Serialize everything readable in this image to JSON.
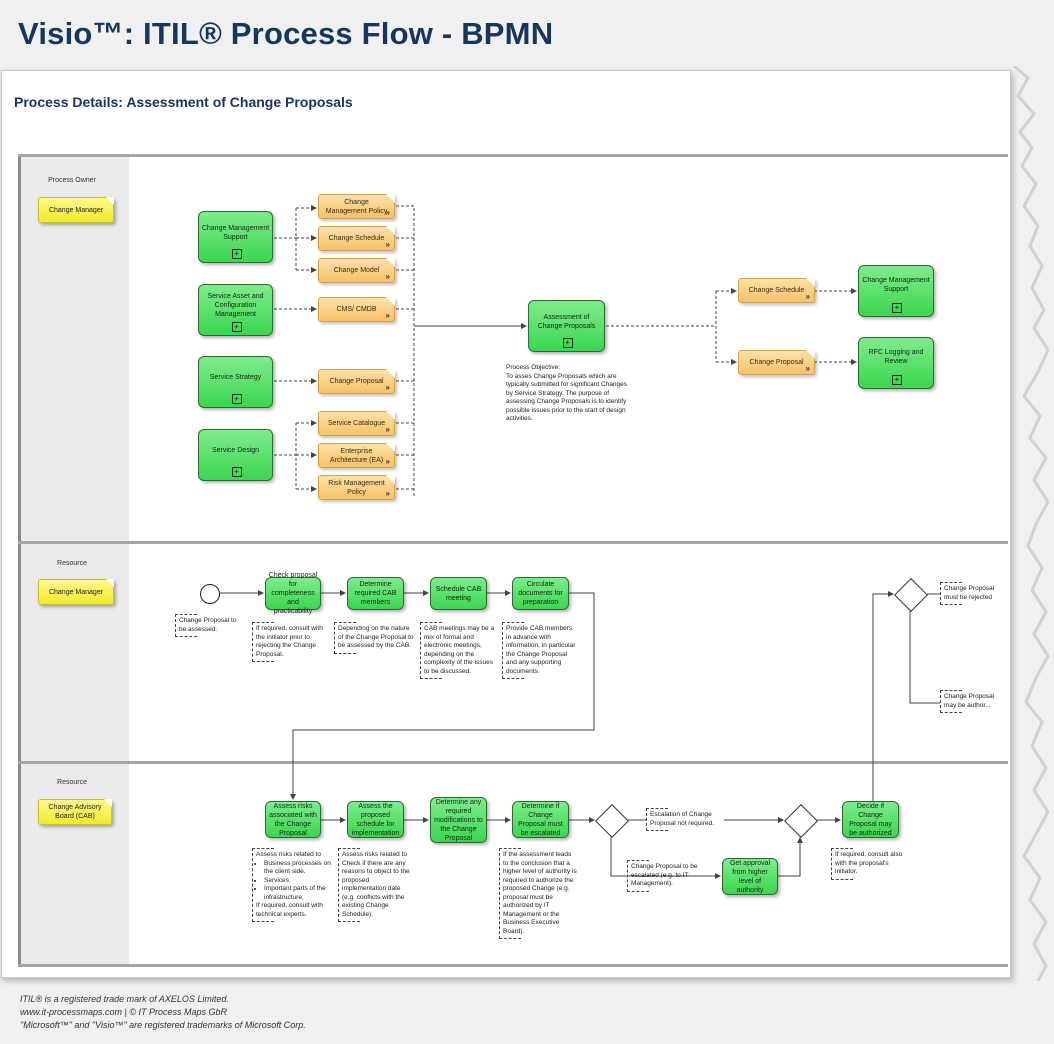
{
  "header": {
    "title": "Visio™: ITIL® Process Flow - BPMN",
    "subtitle": "Process Details: Assessment of Change Proposals"
  },
  "lanes": [
    {
      "role_label": "Process Owner",
      "role": "Change Manager"
    },
    {
      "role_label": "Resource",
      "role": "Change Manager"
    },
    {
      "role_label": "Resource",
      "role": "Change Advisory Board (CAB)"
    }
  ],
  "overview": {
    "sources": [
      {
        "label": "Change Management Support"
      },
      {
        "label": "Service Asset and Configuration Management"
      },
      {
        "label": "Service Strategy"
      },
      {
        "label": "Service Design"
      }
    ],
    "inputs": [
      {
        "label": "Change Management Policy"
      },
      {
        "label": "Change Schedule"
      },
      {
        "label": "Change Model"
      },
      {
        "label": "CMS/ CMDB"
      },
      {
        "label": "Change Proposal"
      },
      {
        "label": "Service Catalogue"
      },
      {
        "label": "Enterprise Architecture (EA)"
      },
      {
        "label": "Risk Management Policy"
      }
    ],
    "central_process": "Assessment of Change Proposals",
    "outputs": [
      {
        "label": "Change Schedule"
      },
      {
        "label": "Change Proposal"
      }
    ],
    "targets": [
      {
        "label": "Change Management Support"
      },
      {
        "label": "RFC Logging and Review"
      }
    ],
    "objective_title": "Process Objective:",
    "objective_text": "To asses Change Proposals which are typically submitted for significant Changes by Service Strategy. The purpose of assessing Change Proposals is to identify possible issues prior to the start of design activities."
  },
  "lane2": {
    "start_note": "Change Proposal to be assessed.",
    "tasks": [
      {
        "label": "Check proposal for completeness and practicability",
        "note": "If required, consult with the initiator prior to rejecting the Change Proposal."
      },
      {
        "label": "Determine required CAB members",
        "note": "Depending on the nature of the Change Proposal to be assessed by the CAB."
      },
      {
        "label": "Schedule CAB meeting",
        "note": "CAB meetings may be a mix of formal and electronic meetings, depending on the complexity of the issues to be discussed."
      },
      {
        "label": "Circulate documents for preparation",
        "note": "Provide CAB members in advance with information, in particular the Change Proposal and any supporting documents."
      }
    ],
    "end_reject": "Change Proposal must be rejected",
    "end_authorize": "Change Proposal may be author..."
  },
  "lane3": {
    "tasks": [
      {
        "label": "Assess risks associated with the Change Proposal",
        "note_intro": "Assess risks related to",
        "note_items": [
          "Business processes on the client side.",
          "Services.",
          "Important parts of the infrastructure."
        ],
        "note_outro": "If required, consult with technical experts."
      },
      {
        "label": "Assess the proposed schedule for implementation",
        "note": "Assess risks related to Check if there are any reasons to object to the proposed implementation date (e.g. conflicts with the existing Change Schedule)."
      },
      {
        "label": "Determine any required modifications to the Change Proposal"
      },
      {
        "label": "Determine if Change Proposal must be escalated",
        "note": "If the assessment leads to the conclusion that a higher level of authority is required to authorize the proposed Change (e.g. proposal must be authorized by IT Management or the Business Executive Board)."
      },
      {
        "label": "Get approval from higher level of authority"
      },
      {
        "label": "Decide if Change Proposal may be authorized",
        "note": "If required, consult also with the proposal's initiator."
      }
    ],
    "no_escalation": "Escalation of Change Proposal not required.",
    "escalation": "Change Proposal to be escalated (e.g. to IT Management)."
  },
  "footer": {
    "line1": "ITIL® is a registered trade mark of AXELOS Limited.",
    "line2": "www.it-processmaps.com | © IT Process Maps GbR",
    "line3": "\"Microsoft™\" and \"Visio™\" are registered trademarks of Microsoft Corp."
  },
  "colors": {
    "title": "#16365c",
    "task_green": "#3bd64f",
    "document_orange": "#f7c26a",
    "role_yellow": "#f1ea2e"
  }
}
